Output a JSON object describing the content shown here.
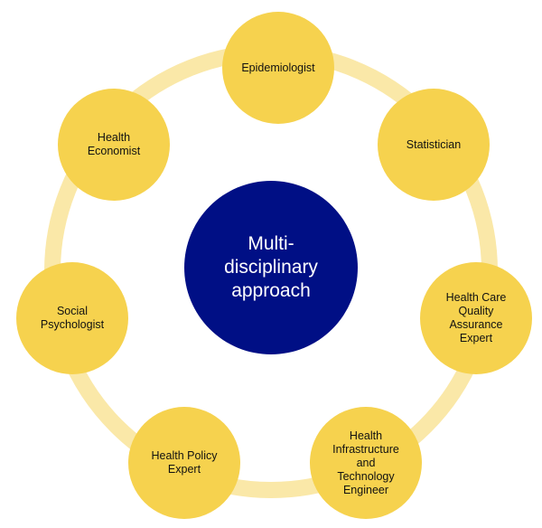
{
  "diagram": {
    "center": {
      "label": "Multi-\ndisciplinary\napproach"
    },
    "nodes": {
      "epidemiologist": "Epidemiologist",
      "statistician": "Statistician",
      "health_care_quality_assurance_expert": "Health Care\nQuality\nAssurance\nExpert",
      "health_infrastructure_technology_engineer": "Health\nInfrastructure\nand\nTechnology\nEngineer",
      "health_policy_expert": "Health Policy\nExpert",
      "social_psychologist": "Social\nPsychologist",
      "health_economist": "Health\nEconomist"
    },
    "colors": {
      "center_fill": "#000f85",
      "node_fill": "#f6d24e",
      "ring": "#fae8a8",
      "center_text": "#ffffff",
      "node_text": "#111111"
    }
  }
}
